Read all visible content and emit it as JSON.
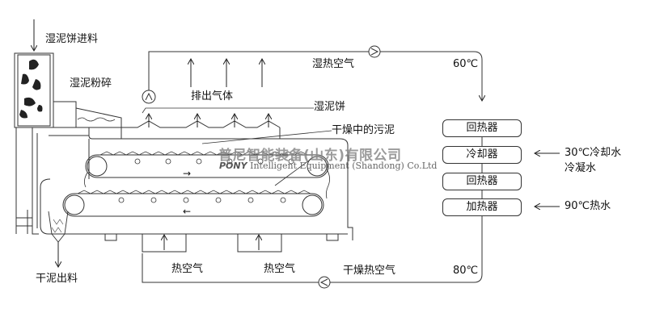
{
  "labels": {
    "wet_cake_feed": "湿泥饼进料",
    "wet_sludge_crush": "湿泥粉碎",
    "exhaust_gas": "排出气体",
    "wet_cake": "湿泥饼",
    "sludge_in_drying": "干燥中的污泥",
    "dry_sludge_out": "干泥出料",
    "hot_humid_air": "湿热空气",
    "temp_60": "60℃",
    "hot_air_1": "热空气",
    "hot_air_2": "热空气",
    "dry_hot_air": "干燥热空气",
    "temp_80": "80℃"
  },
  "units": {
    "recuperator_1": "回热器",
    "cooler": "冷却器",
    "recuperator_2": "回热器",
    "heater": "加热器"
  },
  "side_inputs": {
    "cooling_water": "30℃冷却水",
    "condensed_water": "冷凝水",
    "hot_water": "90℃热水"
  },
  "belt_arrows": {
    "upper": "→",
    "lower": "←"
  },
  "watermark": {
    "company_cn": "普尼智能装备(山东)有限公司",
    "brand": "PONY",
    "company_en": "Intelligent Equipment (Shandong) Co.Ltd"
  }
}
